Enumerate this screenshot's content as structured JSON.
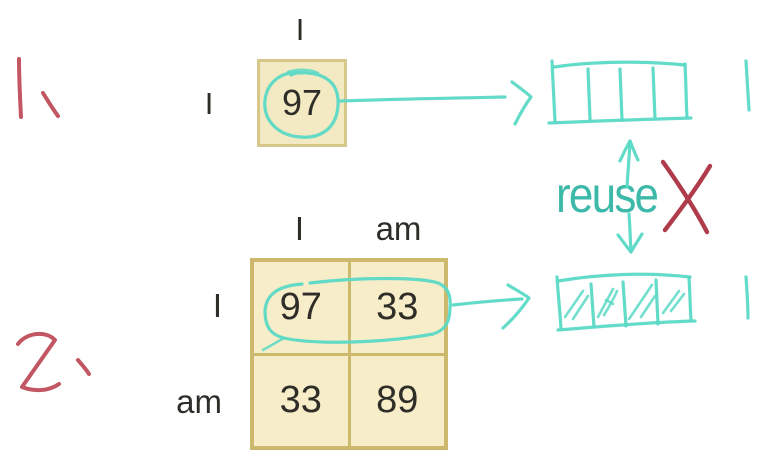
{
  "examples": {
    "one": {
      "marker": "1、",
      "col_headers": [
        "I"
      ],
      "row_labels": [
        "I"
      ],
      "matrix": [
        [
          97
        ]
      ],
      "cache_slots": 4,
      "cache_hatched": false
    },
    "two": {
      "marker": "2、",
      "col_headers": [
        "I",
        "am"
      ],
      "row_labels": [
        "I",
        "am"
      ],
      "matrix": [
        [
          97,
          33
        ],
        [
          33,
          89
        ]
      ],
      "cache_slots": 4,
      "cache_hatched": true
    }
  },
  "annotations": {
    "reuse_label": "reuse",
    "reuse_crossed_out": true,
    "circled_value_example1": "97",
    "circled_values_example2": "97, 33"
  },
  "colors": {
    "bg": "#ffffff",
    "ink_cyan": "#5bd9c6",
    "teal_text": "#3db9a9",
    "ink_red": "#c25662",
    "x_red": "#b03c4b",
    "cell_fill_1": "#f3e9c3",
    "cell_border_1": "#d8c78a",
    "cell_fill_2": "#f8edc9",
    "cell_border_2": "#cdb96d",
    "text_dark": "#2e2d28"
  }
}
